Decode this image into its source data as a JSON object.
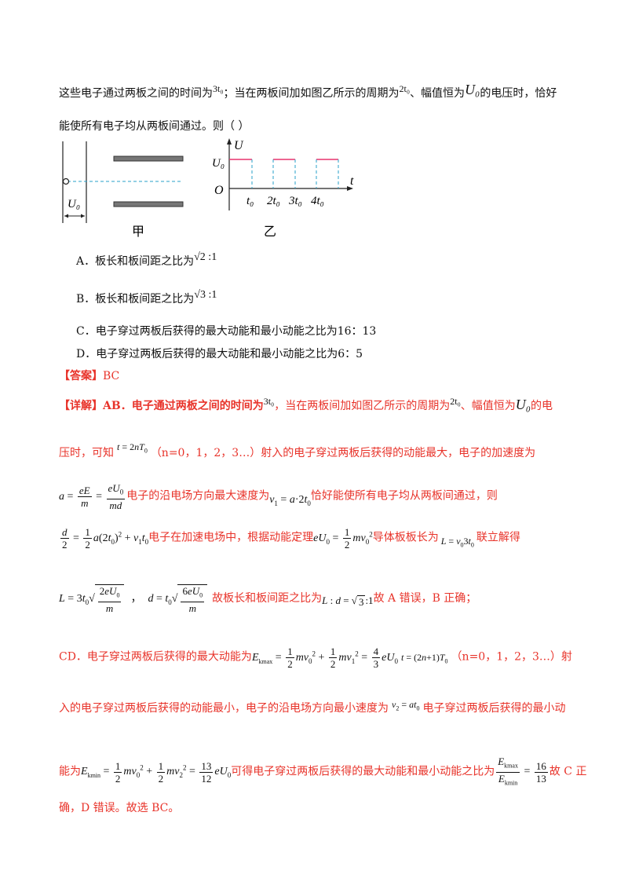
{
  "question": {
    "line1_a": "这些电子通过两板之间的时间为",
    "line1_b": "；当在两板间加如图乙所示的周期为",
    "line1_c": "、幅值恒为",
    "line1_d": "的电压时，恰好",
    "line2": "能使所有电子均从两板间通过。则（    ）",
    "t3": "3t₀",
    "t2": "2t₀",
    "u0": "U₀"
  },
  "figure": {
    "left_label": "甲",
    "right_label": "乙",
    "u0_label": "U₀",
    "axis_u": "U",
    "axis_t": "t",
    "origin": "O",
    "ticks": [
      "t₀",
      "2t₀",
      "3t₀",
      "4t₀"
    ],
    "colors": {
      "wave": "#e8336d",
      "dashed": "#2aa0c8"
    }
  },
  "options": [
    {
      "text": "A．板长和板间距之比为",
      "math": "√2 :1"
    },
    {
      "text": "B．板长和板间距之比为",
      "math": "√3 :1"
    },
    {
      "text": "C．电子穿过两板后获得的最大动能和最小动能之比为16：13",
      "math": ""
    },
    {
      "text": "D．电子穿过两板后获得的最大动能和最小动能之比为6：5",
      "math": ""
    }
  ],
  "answer": {
    "label": "【答案】",
    "value": "BC"
  },
  "explanation": {
    "l1": "【详解】AB．电子通过两板之间的时间为",
    "l1b": "，当在两板间加如图乙所示的周期为",
    "l1c": "、幅值恒为",
    "l1d": "的电",
    "l2a": "压时，可知",
    "l2b": "（n=0，1，2，3…）射入的电子穿过两板后获得的动能最大，电子的加速度为",
    "l3": "电子的沿电场方向最大速度为",
    "l3b": "恰好能使所有电子均从两板间通过，则",
    "l4": "电子在加速电场中，根据动能定理",
    "l4b": "导体板板长为",
    "l4c": "联立解得",
    "l5": "故板长和板间距之比为",
    "l5b": "故 A 错误，B 正确；",
    "l6": "CD．电子穿过两板后获得的最大动能为",
    "l6b": "（n=0，1，2，3…）射",
    "l7": "入的电子穿过两板后获得的动能最小，电子的沿电场方向最小速度为",
    "l7b": "电子穿过两板后获得的最小动",
    "l8": "能为",
    "l8b": "可得电子穿过两板后获得的最大动能和最小动能之比为",
    "l8c": "故 C 正",
    "l9": "确，D 错误。故选 BC。"
  }
}
